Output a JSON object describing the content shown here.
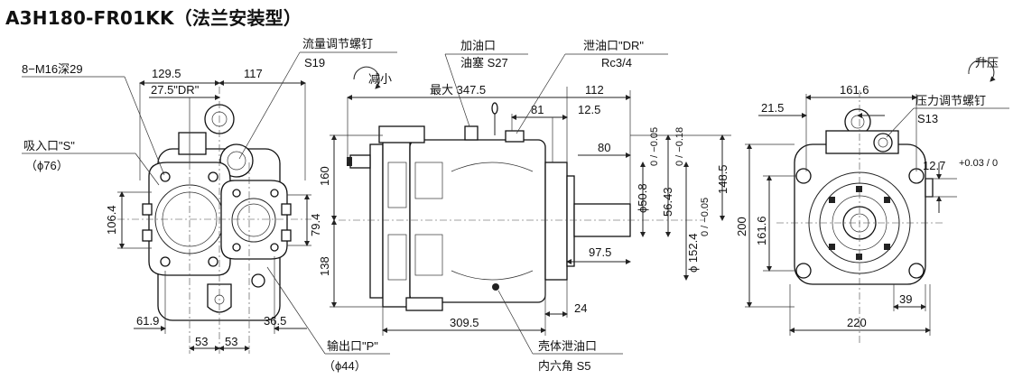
{
  "title": "A3H180-FR01KK（法兰安装型）",
  "left_view": {
    "bolt_label": "8−M16深29",
    "dim_129_5": "129.5",
    "dim_117": "117",
    "drain_dim": "27.5\"DR\"",
    "suction_label": "吸入口\"S\"",
    "suction_size": "（ϕ76）",
    "dim_106_4": "106.4",
    "dim_79_4": "79.4",
    "dim_61_9": "61.9",
    "dim_36_5": "36.5",
    "dim_53_a": "53",
    "dim_53_b": "53",
    "outlet_label": "输出口\"P\"",
    "outlet_size": "（ϕ44）"
  },
  "middle_view": {
    "flow_screw_label": "流量调节螺钉",
    "flow_screw_size": "S19",
    "decrease_label": "减小",
    "fill_port_label": "加油口",
    "fill_plug_label": "油塞 S27",
    "drain_port_label": "泄油口\"DR\"",
    "drain_port_size": "Rc3/4",
    "max_label": "最大 347.5",
    "dim_112": "112",
    "dim_81": "81",
    "dim_12_5": "12.5",
    "dim_160": "160",
    "dim_138": "138",
    "dim_80": "80",
    "dim_50_8": "ϕ50.8",
    "tol_50_8": "0 / −0.05",
    "dim_56_43": "56.43",
    "tol_56_43": "0 / −0.18",
    "dim_148_5": "148.5",
    "dim_152_4": "ϕ 152.4",
    "tol_152_4": "0 / −0.05",
    "dim_97_5": "97.5",
    "dim_309_5": "309.5",
    "dim_24": "24",
    "case_drain_label": "壳体泄油口",
    "case_drain_size": "内六角 S5"
  },
  "right_view": {
    "increase_label": "升压",
    "dim_161_6_top": "161.6",
    "pressure_screw_label": "压力调节螺钉",
    "pressure_screw_size": "S13",
    "dim_21_5": "21.5",
    "dim_12_7": "12.7",
    "tol_12_7": "+0.03 / 0",
    "dim_200": "200",
    "dim_161_6_side": "161.6",
    "dim_39": "39",
    "dim_220": "220"
  },
  "colors": {
    "line": "#222222",
    "text": "#111111"
  }
}
